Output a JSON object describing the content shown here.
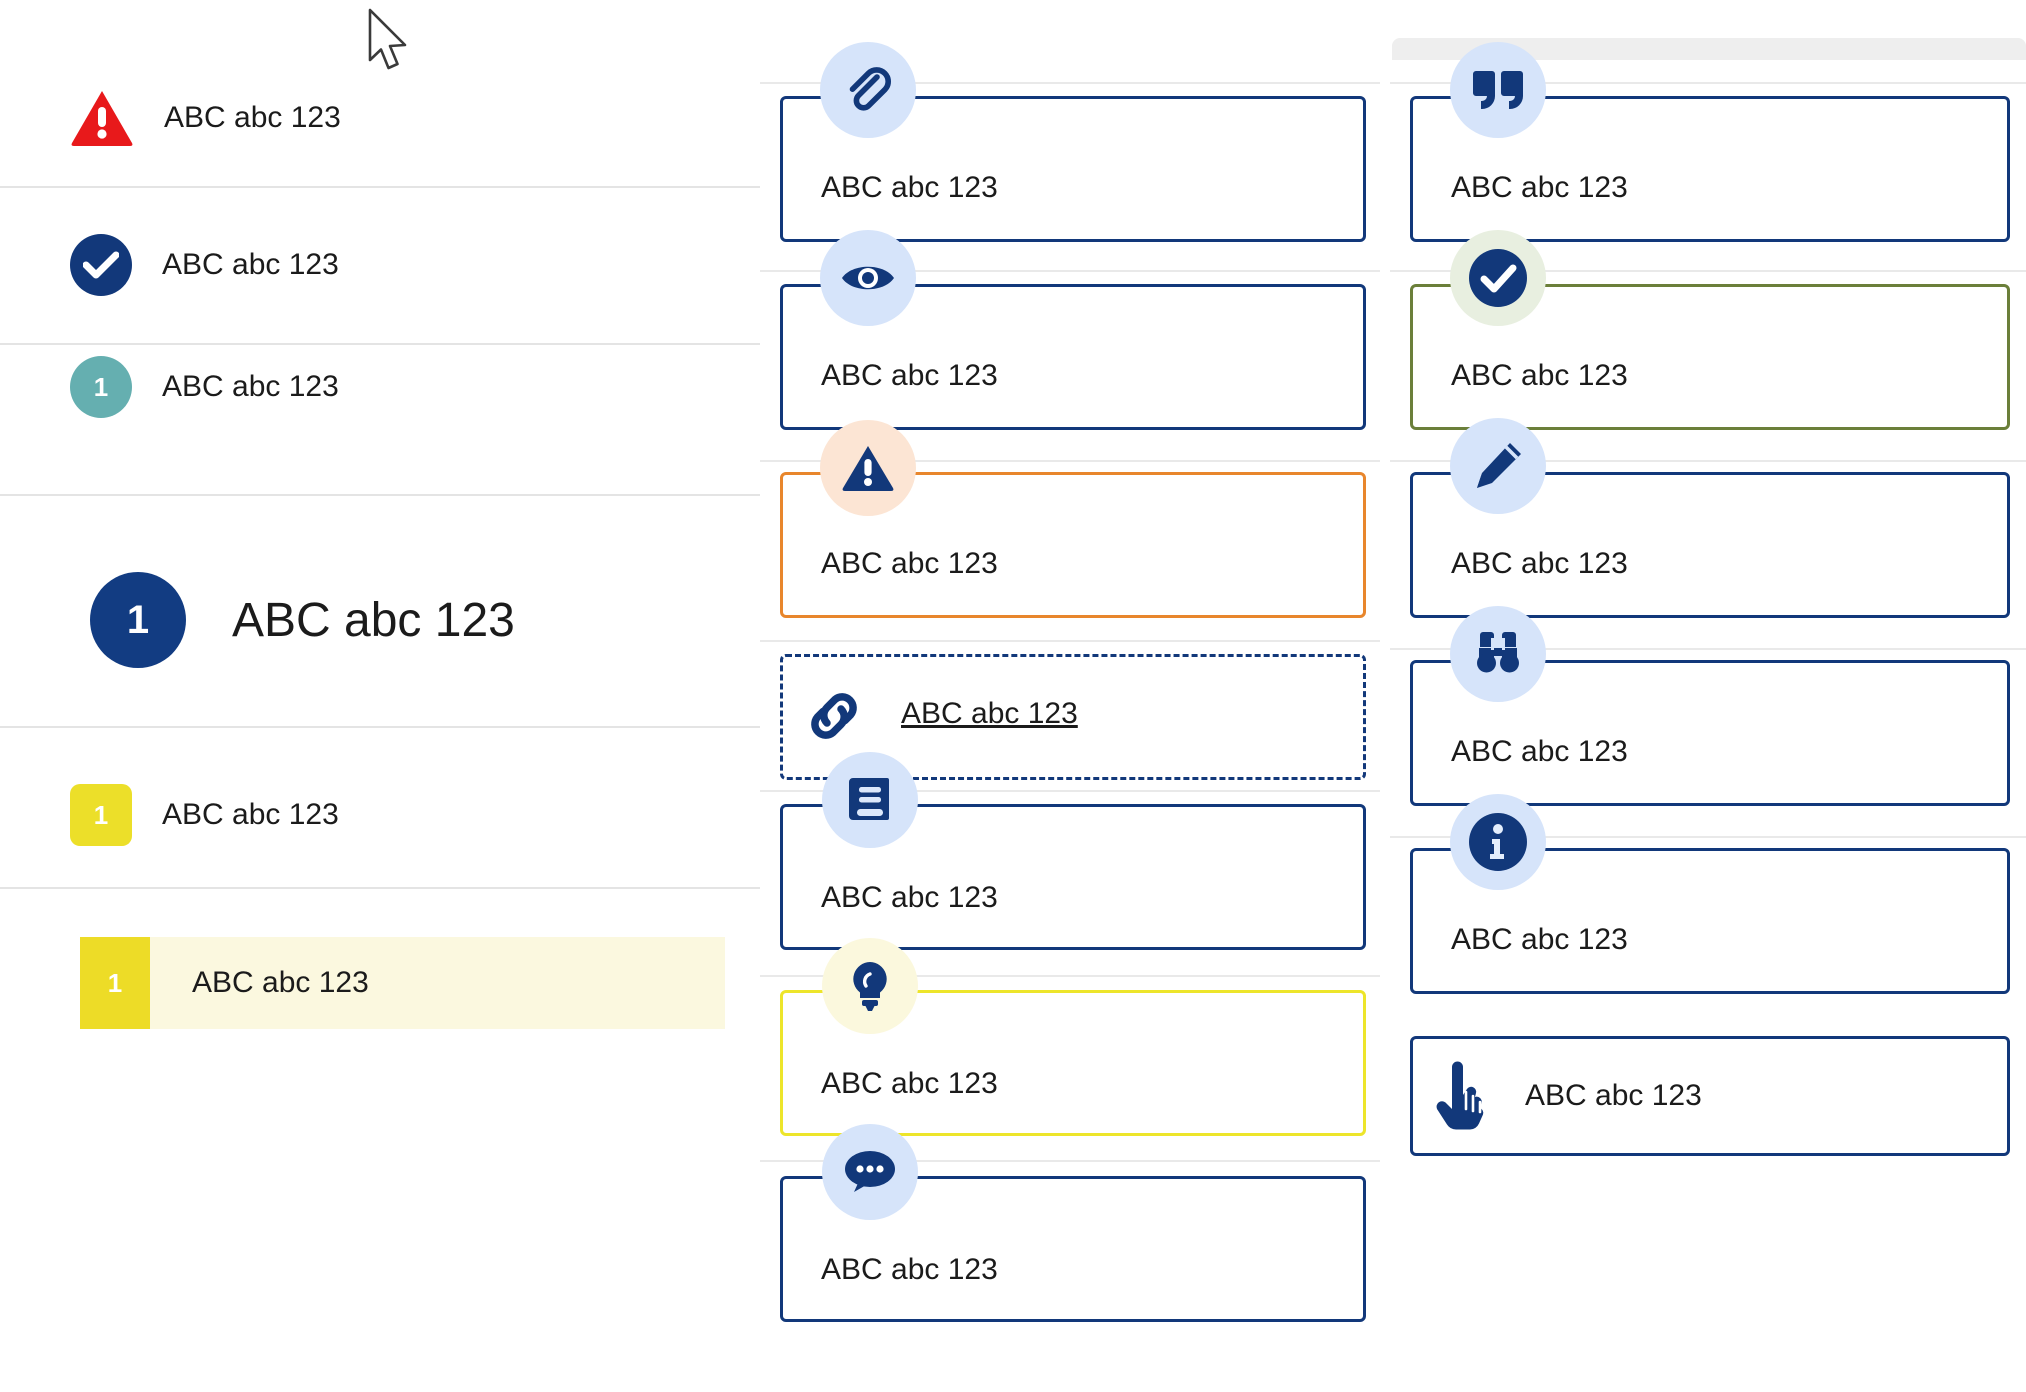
{
  "sample_text": "ABC abc 123",
  "colors": {
    "navy": "#12387a",
    "red": "#e8191b",
    "teal": "#65afb0",
    "yellow": "#ecdf29",
    "orange": "#e8862c",
    "olive": "#6b7f3a",
    "highlight_bg": "#fbf8df",
    "bubble_blue": "#d6e4fa",
    "bubble_peach": "#fce5d4",
    "bubble_yellow": "#fbf8dd",
    "bubble_green": "#e8efe0"
  },
  "left_panel": {
    "rows": [
      {
        "id": "error",
        "icon": "warning-triangle-icon",
        "badge": "",
        "label": "ABC abc 123"
      },
      {
        "id": "success",
        "icon": "check-circle-icon",
        "badge": "",
        "label": "ABC abc 123"
      },
      {
        "id": "teal",
        "icon": "number-circle-icon",
        "badge": "1",
        "label": "ABC abc 123"
      },
      {
        "id": "heading",
        "icon": "number-circle-large-icon",
        "badge": "1",
        "label": "ABC abc 123"
      },
      {
        "id": "yellow",
        "icon": "number-square-icon",
        "badge": "1",
        "label": "ABC abc 123"
      },
      {
        "id": "selected",
        "icon": "number-bar-icon",
        "badge": "1",
        "label": "ABC abc 123"
      }
    ]
  },
  "middle_column": {
    "cards": [
      {
        "id": "attachment",
        "icon": "paperclip-icon",
        "border": "navy",
        "bubble": "blue",
        "label": "ABC abc 123",
        "link": false
      },
      {
        "id": "preview",
        "icon": "eye-icon",
        "border": "navy",
        "bubble": "blue",
        "label": "ABC abc 123",
        "link": false
      },
      {
        "id": "warning",
        "icon": "warning-triangle-icon",
        "border": "orange",
        "bubble": "peach",
        "label": "ABC abc 123",
        "link": false
      },
      {
        "id": "link",
        "icon": "link-chain-icon",
        "border": "dashed",
        "bubble": "none",
        "label": "ABC abc 123",
        "link": true
      },
      {
        "id": "reference",
        "icon": "book-icon",
        "border": "navy",
        "bubble": "blue",
        "label": "ABC abc 123",
        "link": false
      },
      {
        "id": "tip",
        "icon": "lightbulb-icon",
        "border": "yellow",
        "bubble": "pale-yellow",
        "label": "ABC abc 123",
        "link": false
      },
      {
        "id": "comment",
        "icon": "speech-bubble-icon",
        "border": "navy",
        "bubble": "blue",
        "label": "ABC abc 123",
        "link": false
      }
    ]
  },
  "right_column": {
    "cards": [
      {
        "id": "quote",
        "icon": "quote-marks-icon",
        "border": "navy",
        "bubble": "blue",
        "label": "ABC abc 123"
      },
      {
        "id": "approved",
        "icon": "check-circle-icon",
        "border": "olive",
        "bubble": "pale-green",
        "label": "ABC abc 123"
      },
      {
        "id": "edit",
        "icon": "pencil-icon",
        "border": "navy",
        "bubble": "blue",
        "label": "ABC abc 123"
      },
      {
        "id": "observe",
        "icon": "binoculars-icon",
        "border": "navy",
        "bubble": "blue",
        "label": "ABC abc 123"
      },
      {
        "id": "info",
        "icon": "info-circle-icon",
        "border": "navy",
        "bubble": "blue",
        "label": "ABC abc 123"
      },
      {
        "id": "action",
        "icon": "hand-pointer-icon",
        "border": "navy",
        "bubble": "none",
        "label": "ABC abc 123"
      }
    ]
  },
  "cursor": {
    "icon": "mouse-pointer-icon"
  }
}
